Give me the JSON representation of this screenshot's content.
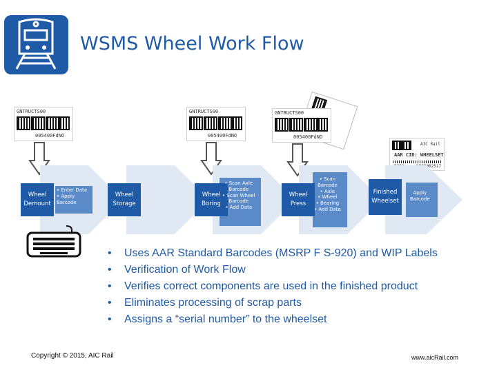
{
  "header": {
    "title": "WSMS Wheel Work Flow"
  },
  "labels": {
    "card_code": "GNTRUCTS00",
    "card_code_lower": "005400FdNO",
    "wheelset_brand": "AIC Rail",
    "wheelset_title": "AAR CID: WHEELSET",
    "wheelset_row_left": "8202",
    "wheelset_row_right": "9999002517"
  },
  "flow": {
    "stages": [
      {
        "label": "Wheel Demount"
      },
      {
        "label": "Wheel Storage"
      },
      {
        "label": "Wheel Boring"
      },
      {
        "label": "Wheel Press"
      },
      {
        "label": "Finished Wheelset"
      }
    ],
    "step_notes": [
      "• Enter Data\n• Apply\nBarcode",
      "• Scan Axle\nBarcode\n• Scan Wheel\nBarcode\n• Add Data",
      "• Scan\nBarcode\n• Axle\n• Wheel\n• Bearing\n• Add Data",
      "Apply\nBarcode"
    ]
  },
  "bullets": [
    "Uses AAR Standard Barcodes (MSRP F S-920) and WIP Labels",
    "Verification of Work Flow",
    "Verifies correct components are used in the finished product",
    "Eliminates processing of scrap parts",
    "Assigns a “serial number” to the wheelset"
  ],
  "footer": {
    "copyright": "Copyright © 2015, AIC Rail",
    "website": "www.aicRail.com"
  },
  "colors": {
    "primary": "#1f5aa6",
    "arrow": "#dfe8f3",
    "accent": "#5b8ac9"
  }
}
